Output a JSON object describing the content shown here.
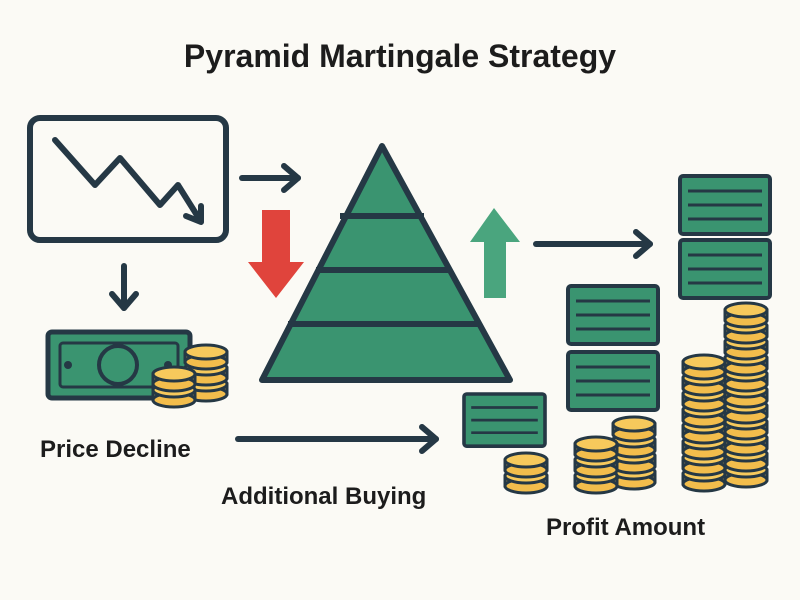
{
  "title": "Pyramid Martingale Strategy",
  "labels": {
    "price_decline": "Price Decline",
    "additional_buying": "Additional Buying",
    "profit_amount": "Profit Amount"
  },
  "colors": {
    "background": "#fbfaf5",
    "outline": "#253845",
    "green": "#3a9470",
    "green_light": "#4aa57e",
    "red": "#e0443c",
    "coin": "#f2bd4c",
    "coin_edge": "#d99a2a"
  },
  "icons": {
    "price_chart": "downtrend-chart-icon",
    "banknote": "banknote-icon",
    "pyramid": "pyramid-icon",
    "down_arrow": "red-down-arrow-icon",
    "up_arrow": "green-up-arrow-icon",
    "cash_stack": "cash-stack-icon",
    "coin_stack": "coin-stack-icon"
  }
}
